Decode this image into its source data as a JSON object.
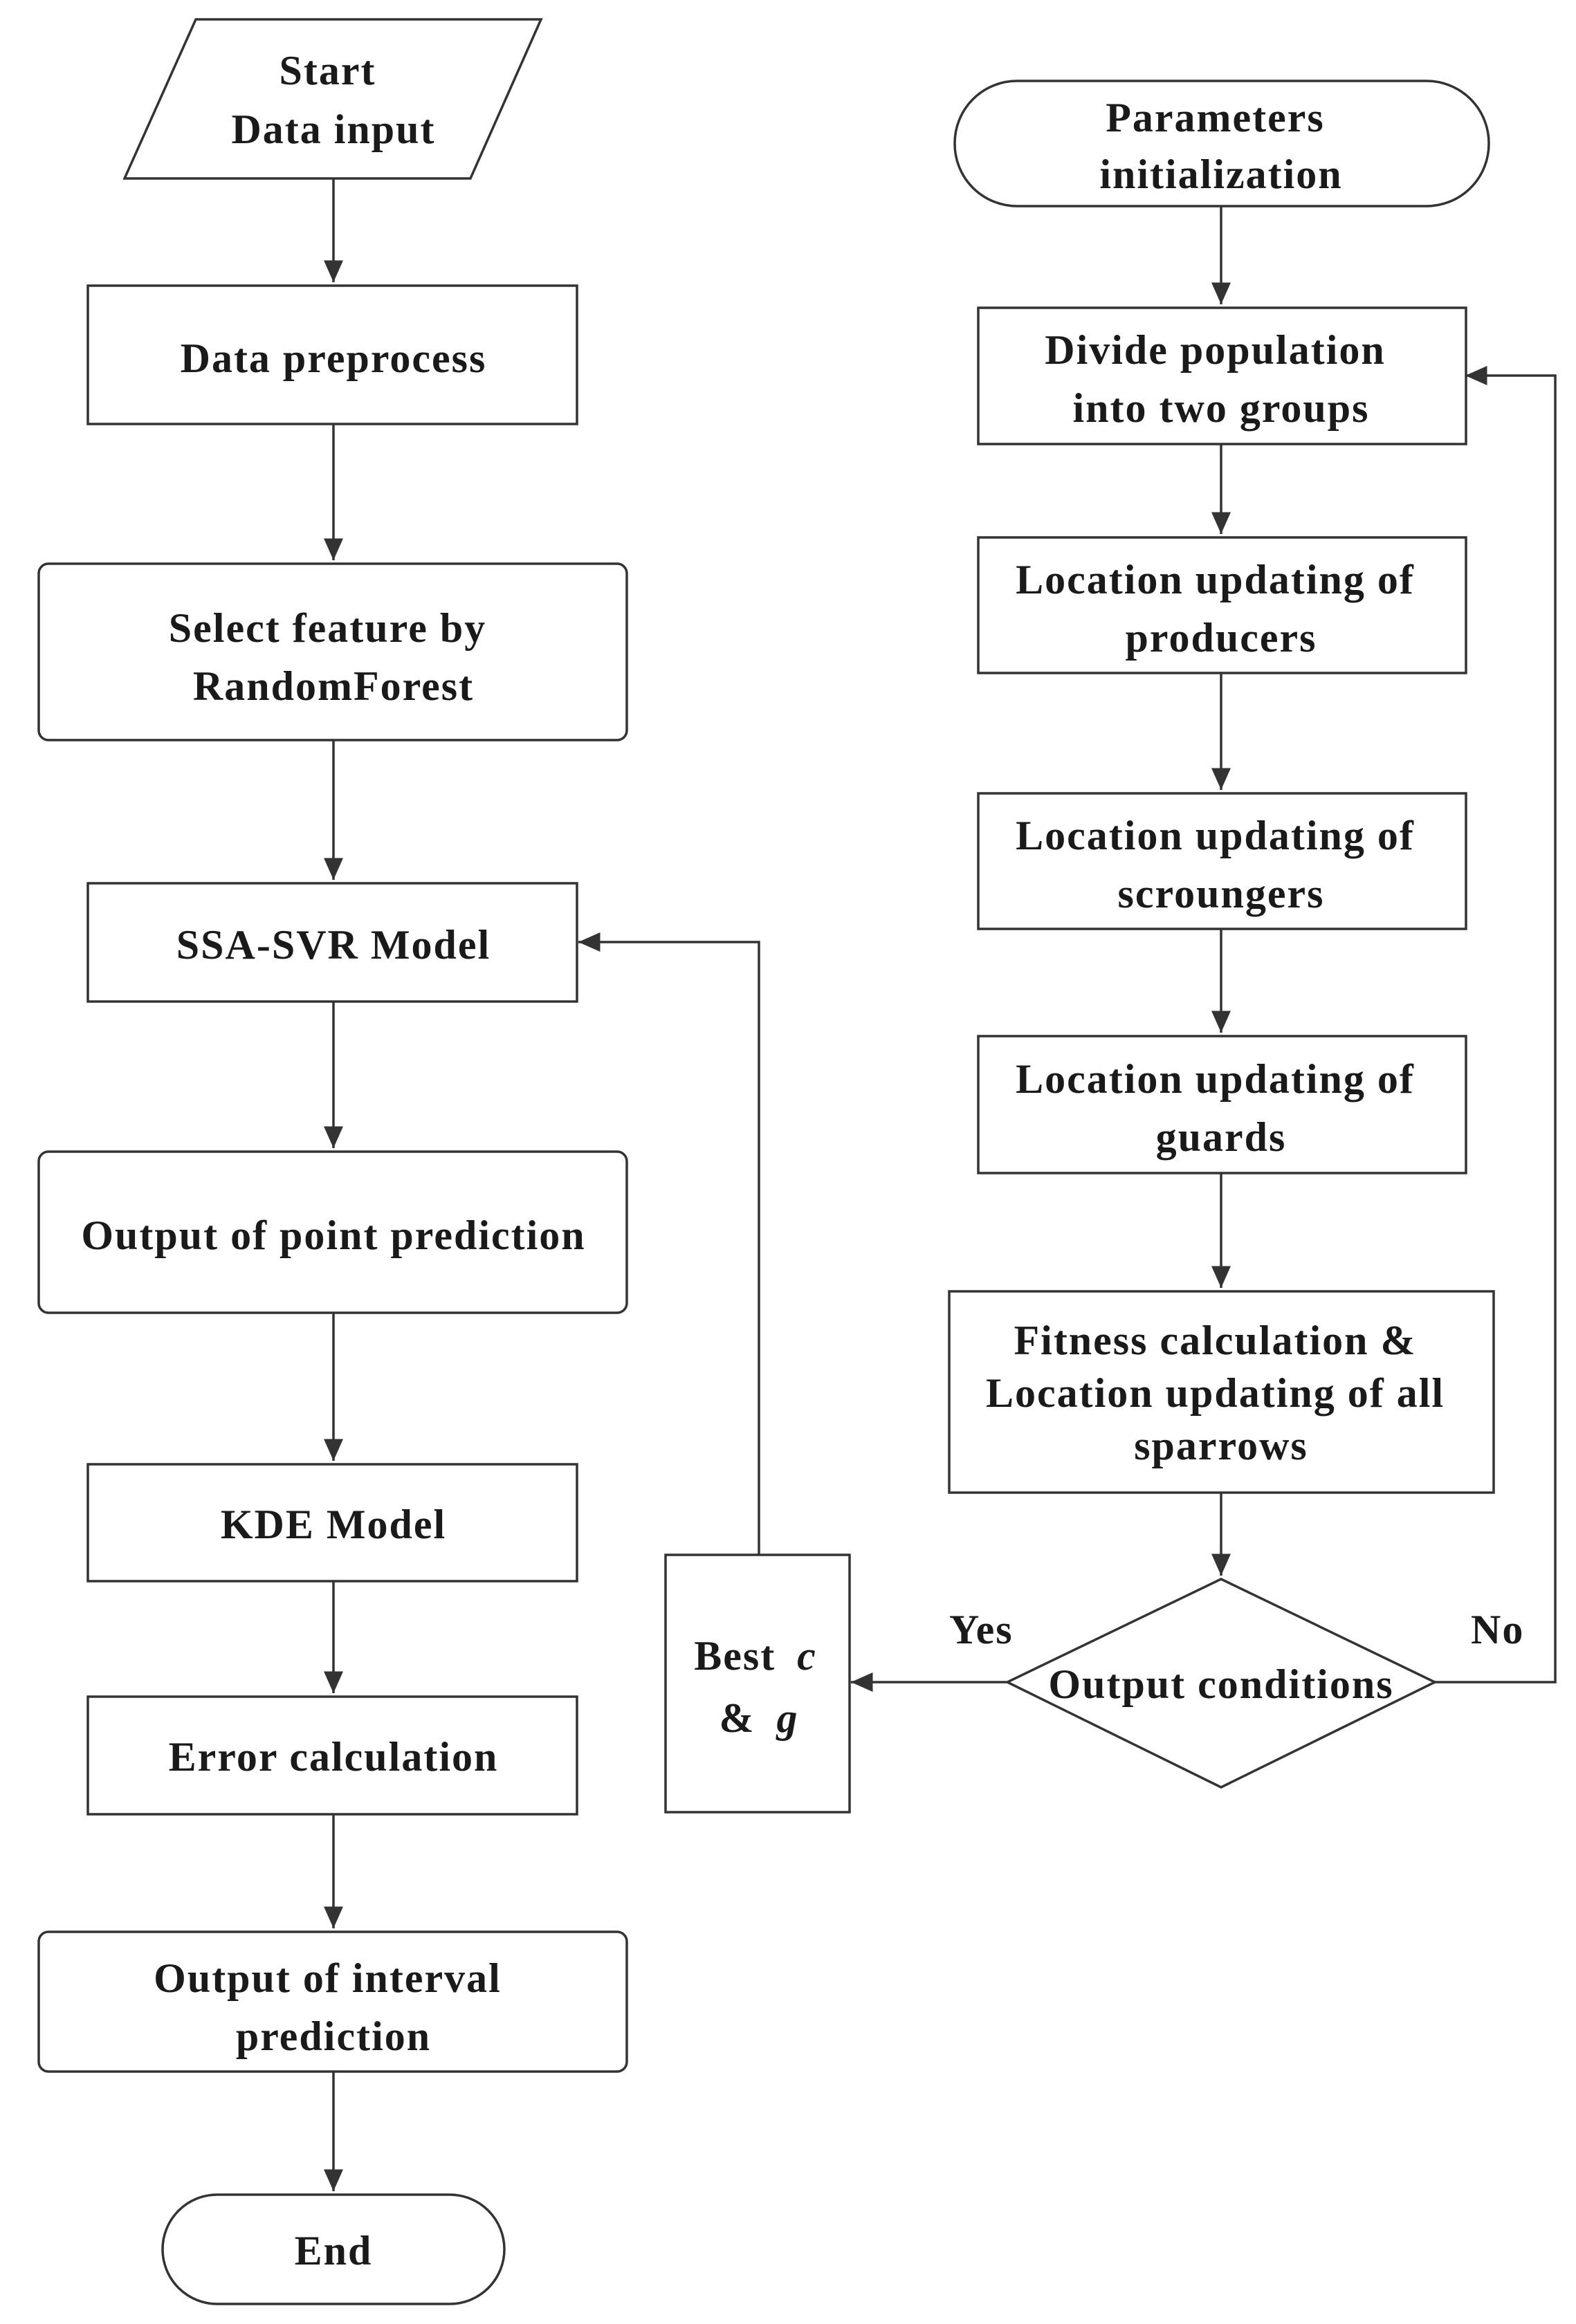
{
  "diagram": {
    "main_flow": {
      "start": [
        "Start",
        "Data input"
      ],
      "preprocess": [
        "Data preprocess"
      ],
      "select_feature": [
        "Select feature by",
        "RandomForest"
      ],
      "ssa_svr": [
        "SSA-SVR Model"
      ],
      "point_prediction": [
        "Output of point prediction"
      ],
      "kde": [
        "KDE Model"
      ],
      "error_calc": [
        "Error calculation"
      ],
      "interval_prediction": [
        "Output of interval",
        "prediction"
      ],
      "end": [
        "End"
      ]
    },
    "ssa_flow": {
      "init": [
        "Parameters",
        "initialization"
      ],
      "divide": [
        "Divide population",
        "into two groups"
      ],
      "producers": [
        "Location updating of",
        "producers"
      ],
      "scroungers": [
        "Location updating of",
        "scroungers"
      ],
      "guards": [
        "Location updating of",
        "guards"
      ],
      "fitness": [
        "Fitness calculation &",
        "Location updating of all",
        "sparrows"
      ],
      "output_conditions": [
        "Output conditions"
      ],
      "best": {
        "line1_prefix": "Best",
        "line1_var": "c",
        "line2_prefix": "&",
        "line2_var": "g"
      }
    },
    "edge_labels": {
      "yes": "Yes",
      "no": "No"
    },
    "colors": {
      "stroke": "#333333",
      "fill": "#ffffff",
      "text": "#1a1a1a"
    }
  }
}
